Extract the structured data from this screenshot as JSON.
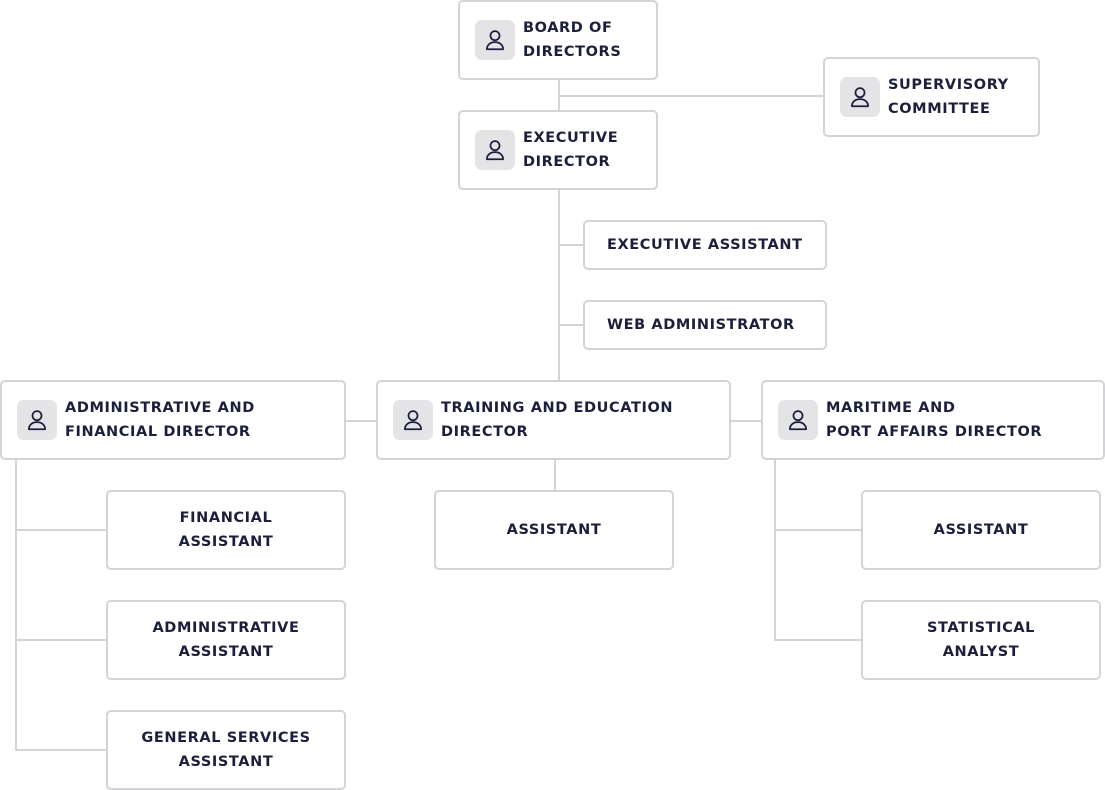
{
  "nodes": {
    "board": "BOARD OF\nDIRECTORS",
    "supervisory": "SUPERVISORY\nCOMMITTEE",
    "executive": "EXECUTIVE\nDIRECTOR",
    "exec_assistant": "EXECUTIVE ASSISTANT",
    "web_admin": "WEB ADMINISTRATOR",
    "admin_fin_director": "ADMINISTRATIVE AND\nFINANCIAL DIRECTOR",
    "training_director": "TRAINING AND EDUCATION\nDIRECTOR",
    "maritime_director": "MARITIME AND\nPORT AFFAIRS DIRECTOR",
    "financial_assistant": "FINANCIAL\nASSISTANT",
    "administrative_assistant": "ADMINISTRATIVE\nASSISTANT",
    "general_services_assistant": "GENERAL SERVICES\nASSISTANT",
    "training_assistant": "ASSISTANT",
    "maritime_assistant": "ASSISTANT",
    "statistical_analyst": "STATISTICAL\nANALYST"
  },
  "icons": {
    "person": "person-icon"
  },
  "colors": {
    "border": "#d4d4d8",
    "text": "#1b1f3b",
    "icon_bg": "#e4e4e7"
  }
}
